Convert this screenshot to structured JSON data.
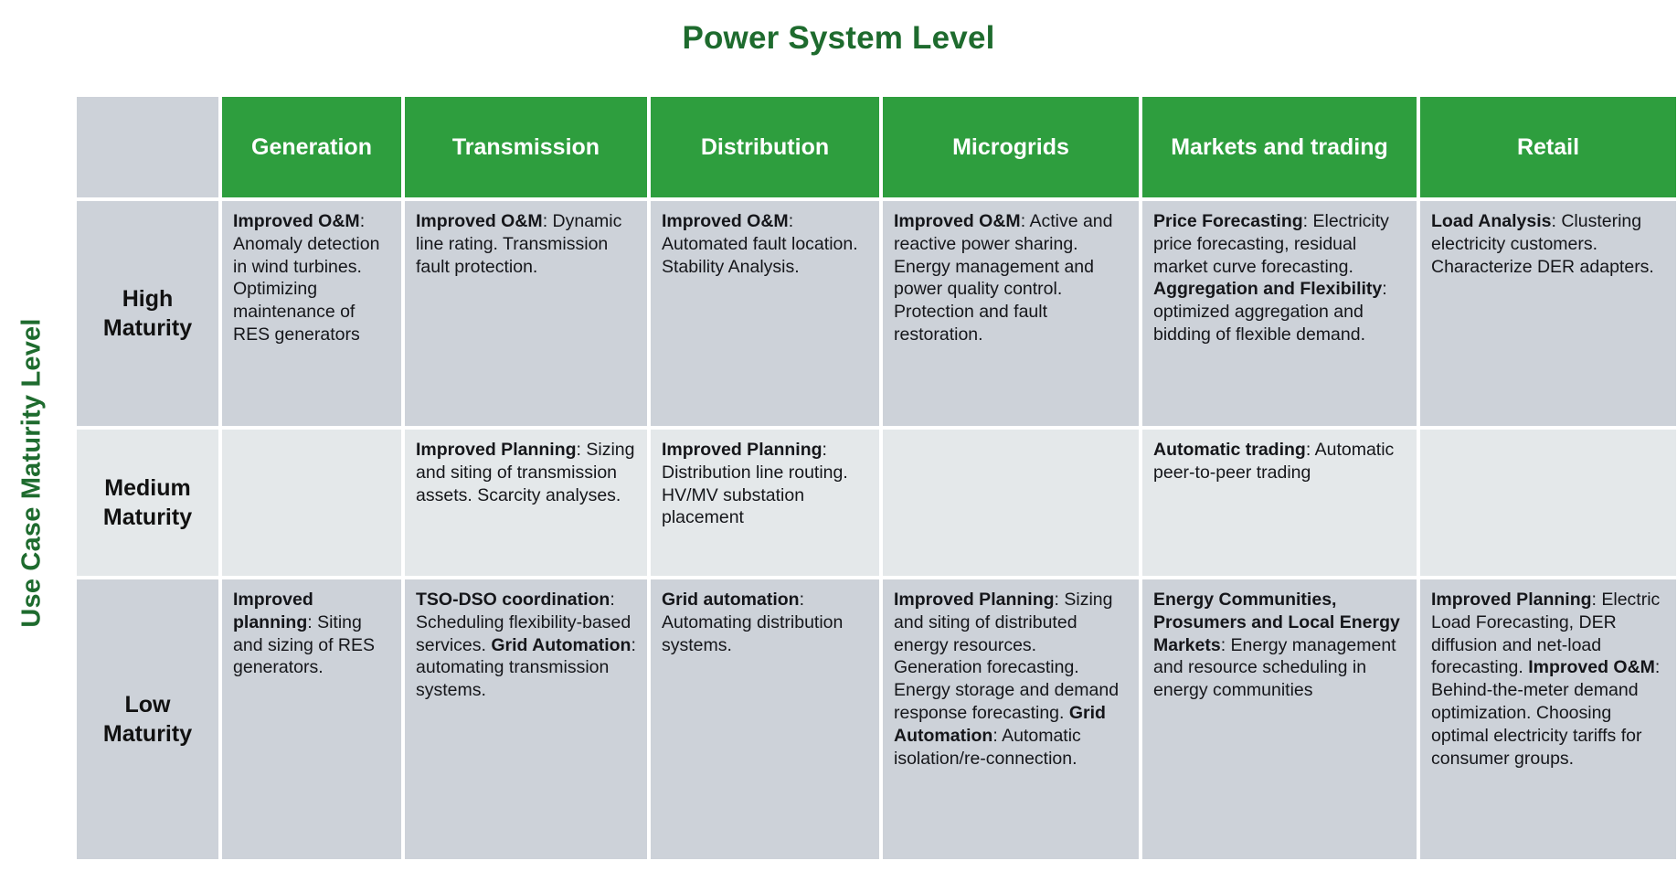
{
  "title": "Power System Level",
  "vertical_axis_label": "Use Case Maturity Level",
  "colors": {
    "header_green": "#2E9E3E",
    "title_green": "#1E6B2E",
    "row_tone_a": "#CDD2D9",
    "row_tone_b": "#E4E8EA",
    "header_text": "#FFFFFF",
    "body_text": "#15161A"
  },
  "columns": [
    {
      "key": "corner",
      "label": ""
    },
    {
      "key": "generation",
      "label": "Generation"
    },
    {
      "key": "transmission",
      "label": "Transmission"
    },
    {
      "key": "distribution",
      "label": "Distribution"
    },
    {
      "key": "microgrids",
      "label": "Microgrids"
    },
    {
      "key": "markets",
      "label": "Markets and trading"
    },
    {
      "key": "retail",
      "label": "Retail"
    }
  ],
  "rows": [
    {
      "key": "high",
      "label": "High Maturity",
      "tone": "a",
      "cells": {
        "generation": [
          {
            "bold": "Improved O&M",
            "text": ": Anomaly detection in wind turbines. Optimizing maintenance of RES generators"
          }
        ],
        "transmission": [
          {
            "bold": "Improved O&M",
            "text": ": Dynamic line rating. Transmission fault protection."
          }
        ],
        "distribution": [
          {
            "bold": "Improved O&M",
            "text": ": Automated fault location. Stability Analysis."
          }
        ],
        "microgrids": [
          {
            "bold": "Improved O&M",
            "text": ": Active and reactive power sharing. Energy management and power quality control. Protection and fault restoration."
          }
        ],
        "markets": [
          {
            "bold": "Price Forecasting",
            "text": ": Electricity price forecasting, residual market curve forecasting. "
          },
          {
            "bold": "Aggregation and Flexibility",
            "text": ": optimized aggregation and bidding of flexible demand."
          }
        ],
        "retail": [
          {
            "bold": "Load Analysis",
            "text": ": Clustering electricity customers. Characterize DER adapters."
          }
        ]
      }
    },
    {
      "key": "medium",
      "label": "Medium Maturity",
      "tone": "b",
      "cells": {
        "generation": [],
        "transmission": [
          {
            "bold": "Improved Planning",
            "text": ": Sizing and siting of transmission assets. Scarcity analyses."
          }
        ],
        "distribution": [
          {
            "bold": "Improved Planning",
            "text": ": Distribution line routing. HV/MV substation placement"
          }
        ],
        "microgrids": [],
        "markets": [
          {
            "bold": "Automatic trading",
            "text": ": Automatic peer-to-peer trading"
          }
        ],
        "retail": []
      }
    },
    {
      "key": "low",
      "label": "Low Maturity",
      "tone": "a",
      "cells": {
        "generation": [
          {
            "bold": "Improved planning",
            "text": ": Siting and sizing of RES generators."
          }
        ],
        "transmission": [
          {
            "bold": "TSO-DSO coordination",
            "text": ": Scheduling flexibility-based services. "
          },
          {
            "bold": "Grid Automation",
            "text": ": automating transmission systems."
          }
        ],
        "distribution": [
          {
            "bold": "Grid automation",
            "text": ": Automating distribution systems."
          }
        ],
        "microgrids": [
          {
            "bold": "Improved Planning",
            "text": ": Sizing and siting of distributed energy resources. Generation forecasting. Energy storage and demand response forecasting. "
          },
          {
            "bold": "Grid Automation",
            "text": ": Automatic isolation/re-connection."
          }
        ],
        "markets": [
          {
            "bold": "Energy Communities, Prosumers and Local Energy Markets",
            "text": ": Energy management and resource scheduling in energy communities"
          }
        ],
        "retail": [
          {
            "bold": "Improved Planning",
            "text": ": Electric Load Forecasting, DER diffusion and net-load forecasting. "
          },
          {
            "bold": "Improved O&M",
            "text": ": Behind-the-meter demand optimization. Choosing optimal electricity tariffs for consumer groups."
          }
        ]
      }
    }
  ]
}
